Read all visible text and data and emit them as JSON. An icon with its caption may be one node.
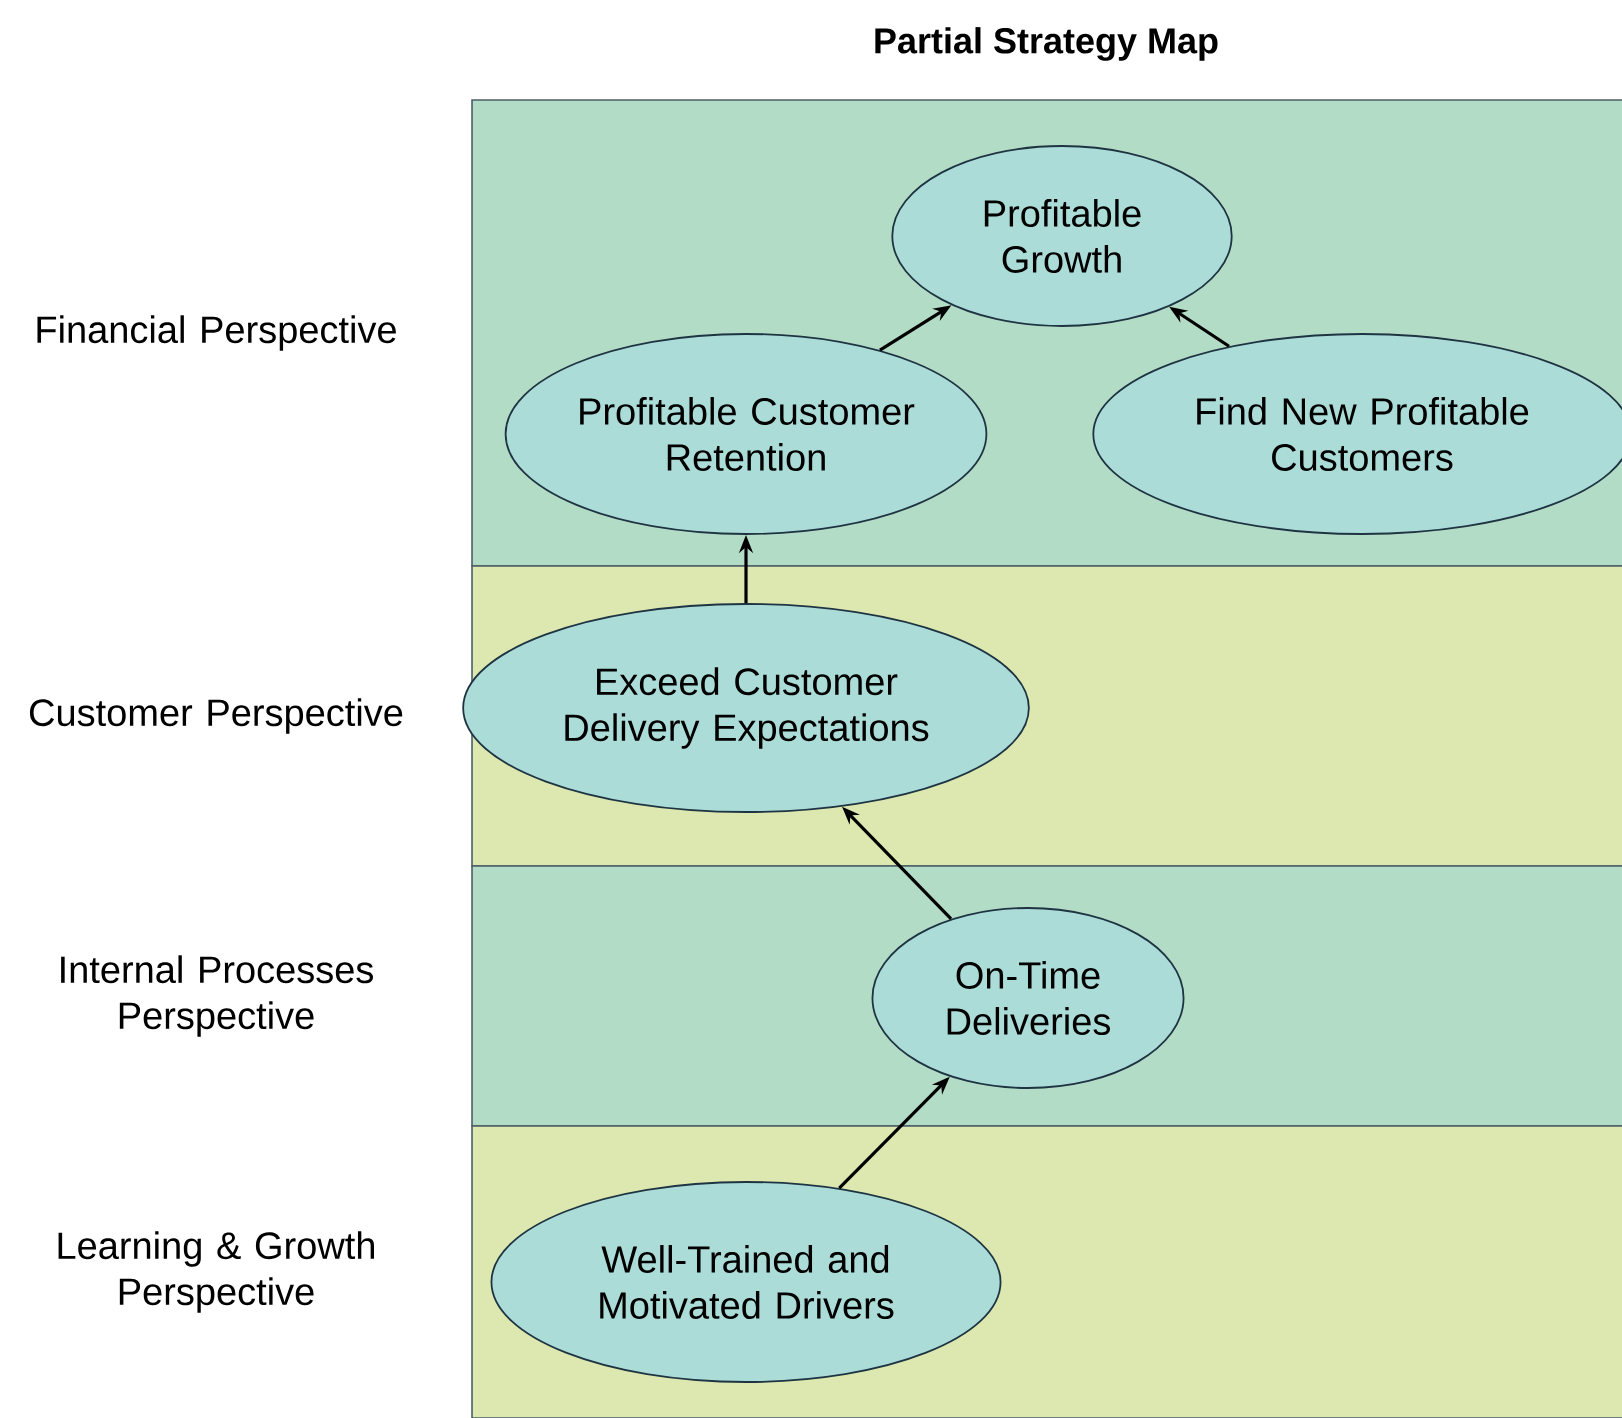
{
  "diagram": {
    "title": "Partial Strategy Map",
    "nodes": [
      {
        "text": [
          "Financial Perspective"
        ]
      },
      {
        "text": [
          "Profitable Growth"
        ],
        "in": 0
      },
      {
        "text": [
          "Profitable Customer Retention"
        ],
        "in": 0
      },
      {
        "text": [
          "Find New Profitable Customers"
        ],
        "in": 0
      },
      {
        "text": [
          "Customer Perspective"
        ]
      },
      {
        "text": [
          "Exceed Customer Delivery Expectations"
        ],
        "in": 4
      },
      {
        "text": [
          "Internal Processes Perspective"
        ]
      },
      {
        "text": [
          "On-Time Deliveries"
        ],
        "in": 6
      },
      {
        "text": [
          "Learning & Growth Perspective"
        ]
      },
      {
        "text": [
          "Well-Trained and Motivated Drivers"
        ],
        "in": 8
      }
    ],
    "edges": [
      {
        "from": 2,
        "to": 1,
        "arrow": "to"
      },
      {
        "from": 3,
        "to": 1,
        "arrow": "to"
      },
      {
        "from": 5,
        "to": 2,
        "arrow": "to"
      },
      {
        "from": 7,
        "to": 5,
        "arrow": "to"
      },
      {
        "from": 9,
        "to": 7,
        "arrow": "to"
      }
    ]
  }
}
